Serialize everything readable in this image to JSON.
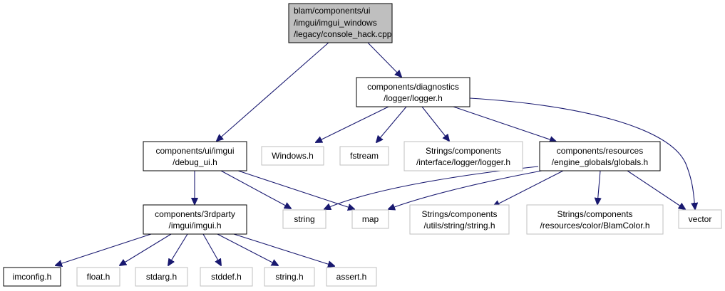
{
  "colors": {
    "edge": "#191970",
    "root_fill": "#bfbfbf",
    "node_border": "#000000",
    "missing_border": "#bfbfbf"
  },
  "nodes": {
    "console_hack": [
      "blam/components/ui",
      "/imgui/imgui_windows",
      "/legacy/console_hack.cpp"
    ],
    "logger": [
      "components/diagnostics",
      "/logger/logger.h"
    ],
    "debug_ui": [
      "components/ui/imgui",
      "/debug_ui.h"
    ],
    "windows": [
      "Windows.h"
    ],
    "fstream": [
      "fstream"
    ],
    "strings_logger": [
      "Strings/components",
      "/interface/logger/logger.h"
    ],
    "globals": [
      "components/resources",
      "/engine_globals/globals.h"
    ],
    "vector": [
      "vector"
    ],
    "imgui": [
      "components/3rdparty",
      "/imgui/imgui.h"
    ],
    "string": [
      "string"
    ],
    "map": [
      "map"
    ],
    "strings_string": [
      "Strings/components",
      "/utils/string/string.h"
    ],
    "blamcolor": [
      "Strings/components",
      "/resources/color/BlamColor.h"
    ],
    "imconfig": [
      "imconfig.h"
    ],
    "float": [
      "float.h"
    ],
    "stdarg": [
      "stdarg.h"
    ],
    "stddef": [
      "stddef.h"
    ],
    "string_h": [
      "string.h"
    ],
    "assert": [
      "assert.h"
    ]
  }
}
